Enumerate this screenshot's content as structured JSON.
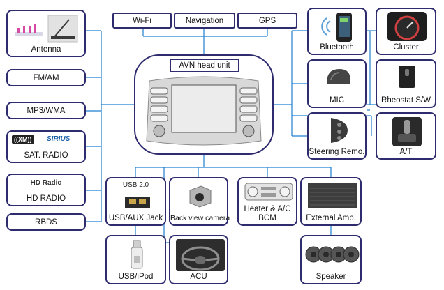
{
  "colors": {
    "box_border": "#2e2c6e",
    "connector": "#1f7fd0",
    "device_dark": "#3a3a3a",
    "device_light": "#d9d9d9",
    "accent_sirius": "#1a5ea8"
  },
  "head_unit": {
    "label": "AVN head unit"
  },
  "top_row": [
    {
      "id": "wifi",
      "label": "Wi-Fi"
    },
    {
      "id": "navigation",
      "label": "Navigation"
    },
    {
      "id": "gps",
      "label": "GPS"
    }
  ],
  "left_column": [
    {
      "id": "antenna",
      "label": "Antenna",
      "icon": "antenna-icon"
    },
    {
      "id": "fmam",
      "label": "FM/AM"
    },
    {
      "id": "mp3",
      "label": "MP3/WMA"
    },
    {
      "id": "sat",
      "label": "SAT. RADIO",
      "logo_xm": "((XM))",
      "logo_sirius": "SIRIUS"
    },
    {
      "id": "hdradio",
      "label": "HD RADIO",
      "logo": "HD Radio"
    },
    {
      "id": "rbds",
      "label": "RBDS"
    }
  ],
  "right_grid": [
    {
      "id": "bluetooth",
      "label": "Bluetooth",
      "icon": "phone-icon"
    },
    {
      "id": "cluster",
      "label": "Cluster",
      "icon": "gauge-icon"
    },
    {
      "id": "mic",
      "label": "MIC",
      "icon": "microphone-icon"
    },
    {
      "id": "rheostat",
      "label": "Rheostat S/W",
      "icon": "rheostat-switch-icon"
    },
    {
      "id": "steering",
      "label": "Steering Remo.",
      "icon": "steering-remote-icon"
    },
    {
      "id": "at",
      "label": "A/T",
      "icon": "gear-shifter-icon"
    }
  ],
  "bottom_row": [
    {
      "id": "usbaux",
      "label": "USB/AUX Jack",
      "sublabel": "USB 2.0",
      "icon": "usb-jack-icon"
    },
    {
      "id": "camera",
      "label": "Back view camera",
      "icon": "camera-icon"
    },
    {
      "id": "heater",
      "label": "Heater & A/C",
      "label2": "BCM",
      "icon": "climate-panel-icon"
    },
    {
      "id": "amp",
      "label": "External Amp.",
      "icon": "amplifier-icon"
    }
  ],
  "second_row": [
    {
      "id": "usbipod",
      "label": "USB/iPod",
      "icon": "usb-stick-icon"
    },
    {
      "id": "acu",
      "label": "ACU",
      "icon": "steering-wheel-icon"
    },
    {
      "id": "speaker",
      "label": "Speaker",
      "icon": "speaker-icon"
    }
  ]
}
